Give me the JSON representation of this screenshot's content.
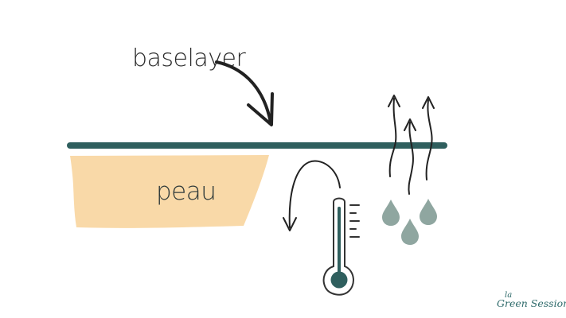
{
  "labels": {
    "baselayer": "baselayer",
    "peau": "peau"
  },
  "brand": {
    "prefix": "la",
    "name": "Green Session"
  },
  "colors": {
    "layer": "#2f5f5e",
    "skin": "#f9d9a8",
    "ink": "#2b2b2b",
    "drop": "#8fa6a0",
    "thermo_fill": "#2f5f5e",
    "brand": "#2f6b6b"
  },
  "icons": [
    "curved-arrow-icon",
    "heat-return-arrow-icon",
    "thermometer-icon",
    "vapor-arrow-icon",
    "water-drop-icon",
    "brand-logo"
  ]
}
